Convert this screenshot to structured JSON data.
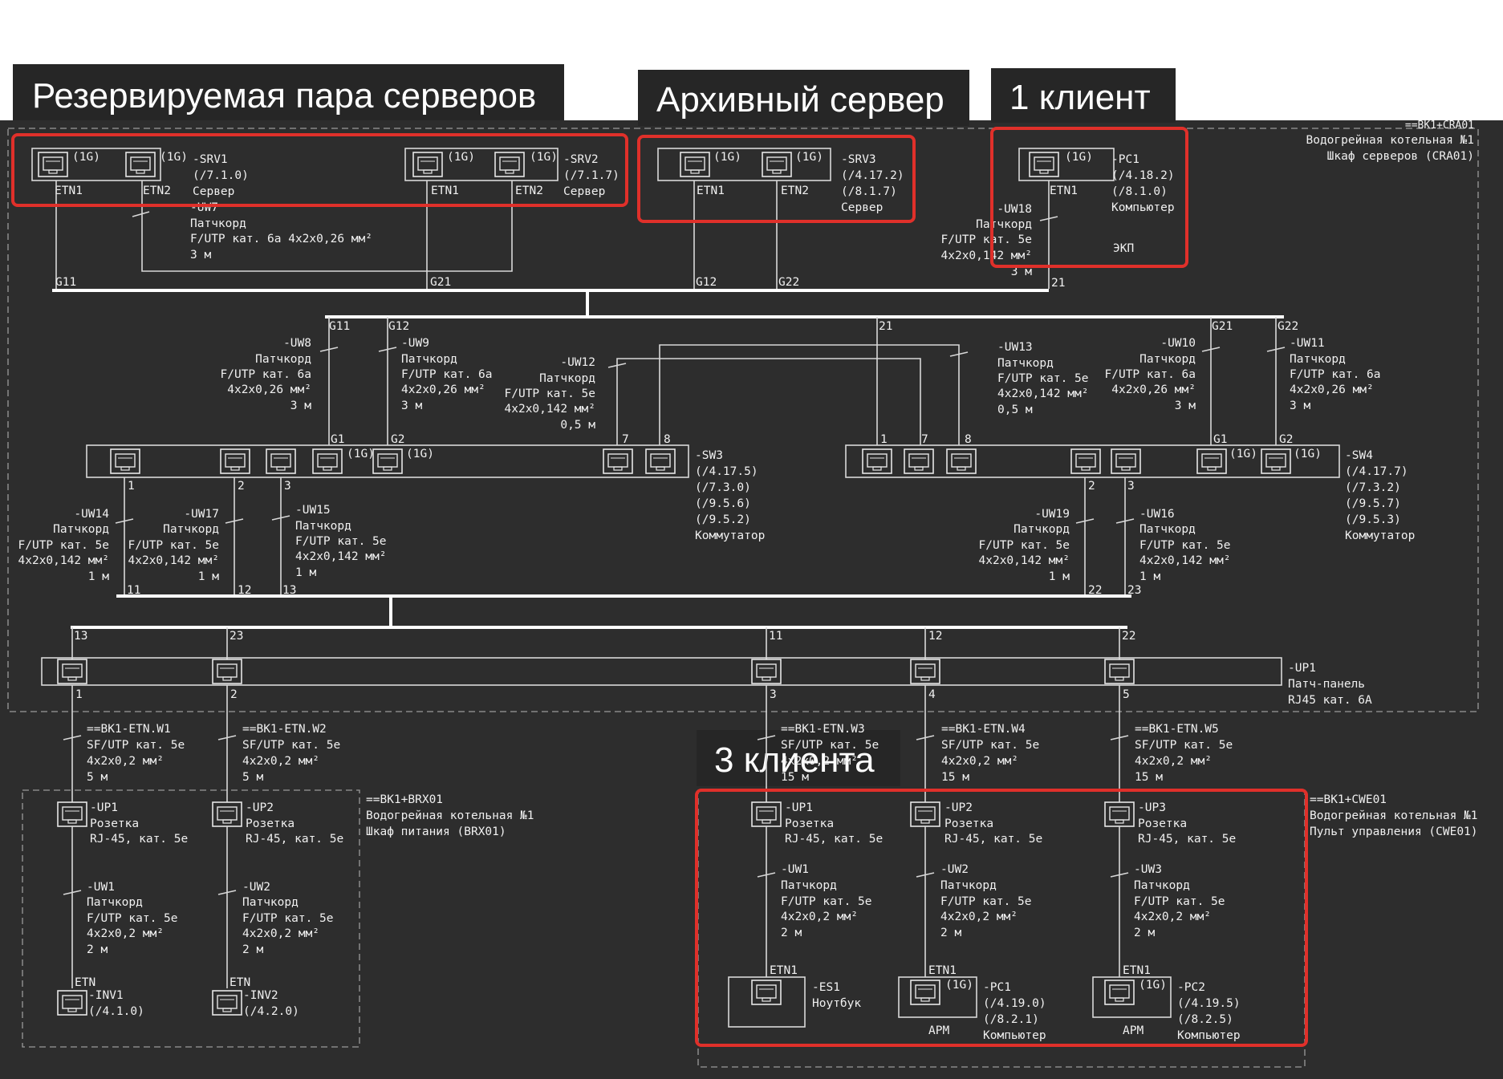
{
  "headers": {
    "reserved_pair": "Резервируемая пара серверов",
    "archive_server": "Архивный сервер",
    "one_client": "1 клиент",
    "three_clients": "3 клиента"
  },
  "cabinets": {
    "cra01": [
      "==BK1+CRA01",
      "Водогрейная котельная №1",
      "Шкаф серверов (CRA01)"
    ],
    "brx01": [
      "==BK1+BRX01",
      "Водогрейная котельная №1",
      "Шкаф питания (BRX01)"
    ],
    "cwe01": [
      "==BK1+CWE01",
      "Водогрейная котельная №1",
      "Пульт управления (CWE01)"
    ]
  },
  "port_speed": "(1G)",
  "servers": {
    "srv1": {
      "etn1": "ETN1",
      "etn2": "ETN2",
      "label": [
        "-SRV1",
        "(/7.1.0)",
        "Сервер"
      ]
    },
    "srv2": {
      "etn1": "ETN1",
      "etn2": "ETN2",
      "label": [
        "-SRV2",
        "(/7.1.7)",
        "Сервер"
      ]
    },
    "srv3": {
      "etn1": "ETN1",
      "etn2": "ETN2",
      "label": [
        "-SRV3",
        "(/4.17.2)",
        "(/8.1.7)",
        "Сервер"
      ]
    },
    "pc1": {
      "etn1": "ETN1",
      "label": [
        "-PC1",
        "(/4.18.2)",
        "(/8.1.0)",
        "Компьютер"
      ],
      "ekp": "ЭКП"
    }
  },
  "patchcords": {
    "uw7": [
      "-UW7",
      "Патчкорд",
      "F/UTP кат. 6а 4x2x0,26 мм²",
      "3 м"
    ],
    "uw18": [
      "-UW18",
      "Патчкорд",
      "F/UTP кат. 5е",
      "4x2x0,142 мм²",
      "3 м"
    ],
    "uw8": [
      "-UW8",
      "Патчкорд",
      "F/UTP кат. 6а",
      "4x2x0,26 мм²",
      "3 м"
    ],
    "uw9": [
      "-UW9",
      "Патчкорд",
      "F/UTP кат. 6а",
      "4x2x0,26 мм²",
      "3 м"
    ],
    "uw12": [
      "-UW12",
      "Патчкорд",
      "F/UTP кат. 5е",
      "4x2x0,142 мм²",
      "0,5 м"
    ],
    "uw13": [
      "-UW13",
      "Патчкорд",
      "F/UTP кат. 5е",
      "4x2x0,142 мм²",
      "0,5 м"
    ],
    "uw10": [
      "-UW10",
      "Патчкорд",
      "F/UTP кат. 6а",
      "4x2x0,26 мм²",
      "3 м"
    ],
    "uw11": [
      "-UW11",
      "Патчкорд",
      "F/UTP кат. 6а",
      "4x2x0,26 мм²",
      "3 м"
    ],
    "uw14": [
      "-UW14",
      "Патчкорд",
      "F/UTP кат. 5е",
      "4x2x0,142 мм²",
      "1 м"
    ],
    "uw17": [
      "-UW17",
      "Патчкорд",
      "F/UTP кат. 5е",
      "4x2x0,142 мм²",
      "1 м"
    ],
    "uw15": [
      "-UW15",
      "Патчкорд",
      "F/UTP кат. 5е",
      "4x2x0,142 мм²",
      "1 м"
    ],
    "uw19": [
      "-UW19",
      "Патчкорд",
      "F/UTP кат. 5е",
      "4x2x0,142 мм²",
      "1 м"
    ],
    "uw16": [
      "-UW16",
      "Патчкорд",
      "F/UTP кат. 5е",
      "4x2x0,142 мм²",
      "1 м"
    ]
  },
  "bus_labels": {
    "g11": "G11",
    "g21": "G21",
    "g12": "G12",
    "g22": "G22",
    "n21": "21",
    "u11": "G11",
    "u12": "G12",
    "u21": "21",
    "u22": "G21",
    "u23": "G22",
    "g1a": "G1",
    "g2a": "G2",
    "n7a": "7",
    "n8a": "8",
    "n1b": "1",
    "n7b": "7",
    "n8b": "8",
    "g1b": "G1",
    "g2b": "G2",
    "p1": "1",
    "p2": "2",
    "p3": "3",
    "p2b": "2",
    "p3b": "3",
    "c11": "11",
    "c12": "12",
    "c13": "13",
    "c22": "22",
    "c23": "23",
    "d13": "13",
    "d23": "23",
    "d11": "11",
    "d12": "12",
    "d22": "22",
    "e1": "1",
    "e2": "2",
    "e3": "3",
    "e4": "4",
    "e5": "5"
  },
  "switches": {
    "sw3": [
      "-SW3",
      "(/4.17.5)",
      "(/7.3.0)",
      "(/9.5.6)",
      "(/9.5.2)",
      "Коммутатор"
    ],
    "sw4": [
      "-SW4",
      "(/4.17.7)",
      "(/7.3.2)",
      "(/9.5.7)",
      "(/9.5.3)",
      "Коммутатор"
    ]
  },
  "patch_panel": [
    "-UP1",
    "Патч-панель",
    "RJ45 кат. 6А"
  ],
  "cables": {
    "w1": [
      "==BK1-ETN.W1",
      "SF/UTP кат. 5е",
      "4x2x0,2 мм²",
      "5 м"
    ],
    "w2": [
      "==BK1-ETN.W2",
      "SF/UTP кат. 5е",
      "4x2x0,2 мм²",
      "5 м"
    ],
    "w3": [
      "==BK1-ETN.W3",
      "SF/UTP кат. 5е",
      "4x2x0,2 мм²",
      "15 м"
    ],
    "w4": [
      "==BK1-ETN.W4",
      "SF/UTP кат. 5е",
      "4x2x0,2 мм²",
      "15 м"
    ],
    "w5": [
      "==BK1-ETN.W5",
      "SF/UTP кат. 5е",
      "4x2x0,2 мм²",
      "15 м"
    ]
  },
  "sockets": {
    "brx_up1": [
      "-UP1",
      "Розетка",
      "RJ-45, кат. 5е"
    ],
    "brx_up2": [
      "-UP2",
      "Розетка",
      "RJ-45, кат. 5е"
    ],
    "cwe_up1": [
      "-UP1",
      "Розетка",
      "RJ-45, кат. 5е"
    ],
    "cwe_up2": [
      "-UP2",
      "Розетка",
      "RJ-45, кат. 5е"
    ],
    "cwe_up3": [
      "-UP3",
      "Розетка",
      "RJ-45, кат. 5е"
    ]
  },
  "endpatch": {
    "brx_uw1": [
      "-UW1",
      "Патчкорд",
      "F/UTP кат. 5е",
      "4x2x0,2 мм²",
      "2 м"
    ],
    "brx_uw2": [
      "-UW2",
      "Патчкорд",
      "F/UTP кат. 5е",
      "4x2x0,2 мм²",
      "2 м"
    ],
    "cwe_uw1": [
      "-UW1",
      "Патчкорд",
      "F/UTP кат. 5е",
      "4x2x0,2 мм²",
      "2 м"
    ],
    "cwe_uw2": [
      "-UW2",
      "Патчкорд",
      "F/UTP кат. 5е",
      "4x2x0,2 мм²",
      "2 м"
    ],
    "cwe_uw3": [
      "-UW3",
      "Патчкорд",
      "F/UTP кат. 5е",
      "4x2x0,2 мм²",
      "2 м"
    ]
  },
  "devices": {
    "inv1": {
      "port": "ETN",
      "label": [
        "-INV1",
        "(/4.1.0)"
      ]
    },
    "inv2": {
      "port": "ETN",
      "label": [
        "-INV2",
        "(/4.2.0)"
      ]
    },
    "es1": {
      "port": "ETN1",
      "label": [
        "-ES1",
        "Ноутбук"
      ]
    },
    "pc1": {
      "port": "ETN1",
      "label": [
        "-PC1",
        "(/4.19.0)",
        "(/8.2.1)",
        "Компьютер"
      ],
      "role": "АРМ"
    },
    "pc2": {
      "port": "ETN1",
      "label": [
        "-PC2",
        "(/4.19.5)",
        "(/8.2.5)",
        "Компьютер"
      ],
      "role": "АРМ"
    }
  }
}
